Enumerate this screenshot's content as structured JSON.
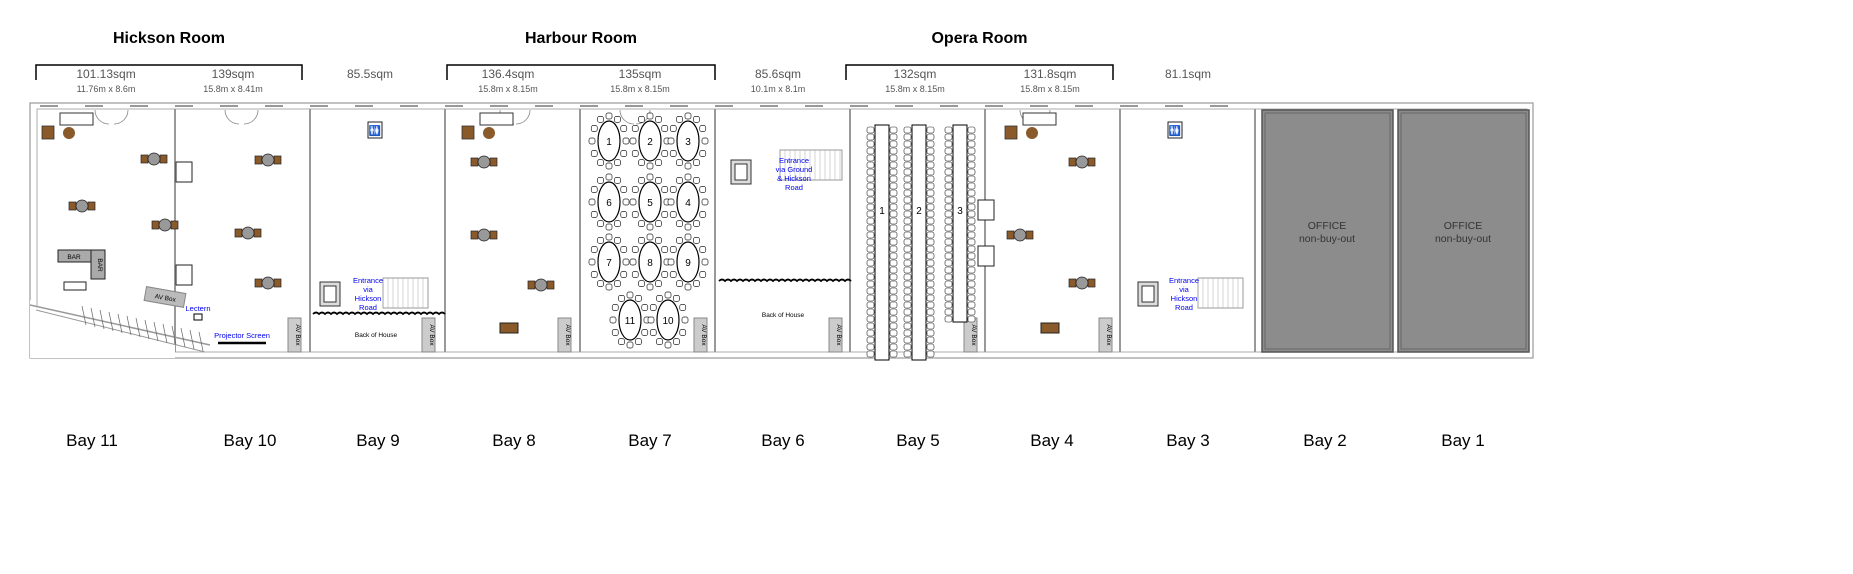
{
  "rooms": [
    {
      "title": "Hickson Room"
    },
    {
      "title": "Harbour Room"
    },
    {
      "title": "Opera Room"
    }
  ],
  "areas": [
    {
      "sqm": "101.13sqm",
      "dims": "11.76m x 8.6m"
    },
    {
      "sqm": "139sqm",
      "dims": "15.8m x 8.41m"
    },
    {
      "sqm": "85.5sqm",
      "dims": ""
    },
    {
      "sqm": "136.4sqm",
      "dims": "15.8m x 8.15m"
    },
    {
      "sqm": "135sqm",
      "dims": "15.8m x 8.15m"
    },
    {
      "sqm": "85.6sqm",
      "dims": "10.1m x 8.1m"
    },
    {
      "sqm": "132sqm",
      "dims": "15.8m x 8.15m"
    },
    {
      "sqm": "131.8sqm",
      "dims": "15.8m x 8.15m"
    },
    {
      "sqm": "81.1sqm",
      "dims": ""
    }
  ],
  "bays": [
    "Bay 11",
    "Bay 10",
    "Bay 9",
    "Bay 8",
    "Bay 7",
    "Bay 6",
    "Bay 5",
    "Bay 4",
    "Bay 3",
    "Bay 2",
    "Bay 1"
  ],
  "labels": {
    "bar": "BAR",
    "av_box": "AV Box",
    "lectern": "Lectern",
    "projector_screen": "Projector Screen",
    "entrance_hickson": [
      "Entrance",
      "via",
      "Hickson",
      "Road"
    ],
    "entrance_ground": [
      "Entrance",
      "via Ground",
      "& Hickson",
      "Road"
    ],
    "back_of_house": "Back of House",
    "office": "OFFICE",
    "office_sub": "non-buy-out"
  },
  "round_tables": [
    "1",
    "2",
    "3",
    "6",
    "5",
    "4",
    "7",
    "8",
    "9",
    "11",
    "10"
  ],
  "banquet_tables": [
    "1",
    "2",
    "3"
  ],
  "colors": {
    "wall": "#999999",
    "office_fill": "#8c8c8c",
    "furniture_brown": "#8b5a2b",
    "link_blue": "#0000ee",
    "table_grey": "#999999"
  }
}
